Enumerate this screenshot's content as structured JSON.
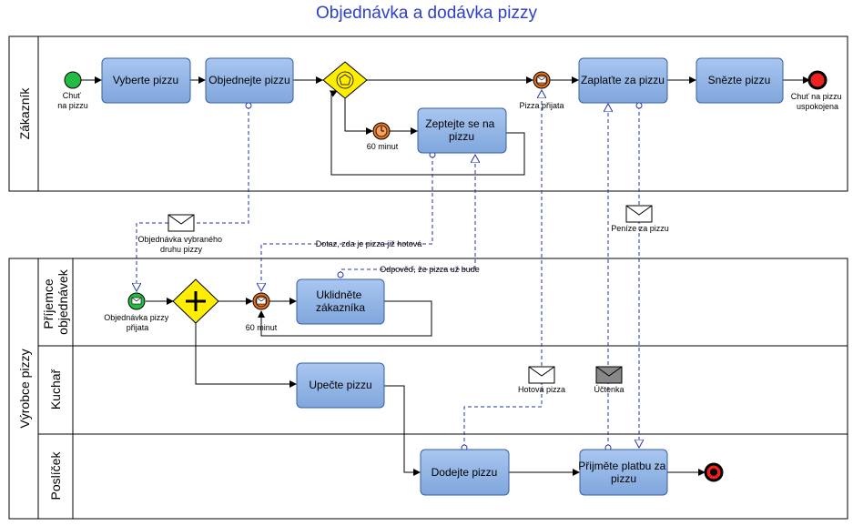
{
  "title": "Objednávka a dodávka pizzy",
  "colors": {
    "task_fill": "#8fb3e6",
    "task_stroke": "#3a5fa0",
    "gateway_fill": "#ffee00",
    "start_fill": "#22bb44",
    "end_fill": "#ee2222",
    "intermediate_fill": "#e8741c",
    "message_line": "#2233aa",
    "title": "#2e40c8"
  },
  "pools": {
    "customer": "Zákazník",
    "producer": "Výrobce pizzy"
  },
  "lanes": {
    "order_receiver": [
      "Příjemce",
      "objednávek"
    ],
    "cook": "Kuchař",
    "courier": "Poslíček"
  },
  "tasks": {
    "choose_pizza": "Vyberte pizzu",
    "order_pizza": "Objednejte pizzu",
    "ask_pizza": [
      "Zeptejte se na",
      "pizzu"
    ],
    "pay_pizza": "Zaplaťte za pizzu",
    "eat_pizza": "Snězte pizzu",
    "calm_customer": [
      "Uklidněte",
      "zákazníka"
    ],
    "bake_pizza": "Upečte pizzu",
    "deliver_pizza": "Dodejte pizzu",
    "accept_payment": [
      "Přijměte platbu za",
      "pizzu"
    ]
  },
  "events": {
    "start_customer": [
      "Chuť",
      "na pizzu"
    ],
    "end_customer": [
      "Chuť na pizzu",
      "uspokojena"
    ],
    "timer_customer": "60 minut",
    "pizza_received": "Pizza přijata",
    "order_received": [
      "Objednávka pizzy",
      "přijata"
    ],
    "timer_producer": "60 minut"
  },
  "messages": {
    "order": [
      "Objednávka vybraného",
      "druhu pizzy"
    ],
    "query": "Dotaz, zda je pizza již hotová",
    "answer": "Odpověď, že pizza už bude",
    "money": "Peníze za pizzu",
    "ready_pizza": "Hotová pizza",
    "receipt": "Účtenka"
  }
}
